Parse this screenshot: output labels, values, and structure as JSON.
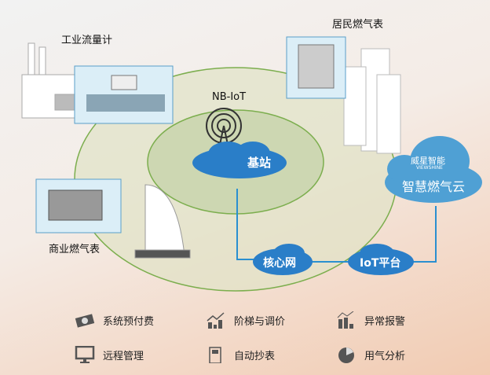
{
  "labels": {
    "industrial": "工业流量计",
    "residential": "居民燃气表",
    "nbiot": "NB-IoT",
    "commercial": "商业燃气表"
  },
  "clouds": {
    "base_station": "基站",
    "core_network": "核心网",
    "iot_platform": "IoT平台",
    "smart_cloud": "智慧燃气云",
    "brand": "威星智能",
    "brand_sub": "VIEWSHINE"
  },
  "features": [
    {
      "label": "系统预付费",
      "icon": "money-icon"
    },
    {
      "label": "阶梯与调价",
      "icon": "rising-chart-icon"
    },
    {
      "label": "异常报警",
      "icon": "bar-chart-icon"
    },
    {
      "label": "远程管理",
      "icon": "monitor-icon"
    },
    {
      "label": "自动抄表",
      "icon": "meter-icon"
    },
    {
      "label": "用气分析",
      "icon": "pie-chart-icon"
    }
  ],
  "colors": {
    "cloud": "#2a7ec8",
    "link": "#2a8fd0",
    "ring": "#c9d9a8",
    "icons": "#555555"
  }
}
